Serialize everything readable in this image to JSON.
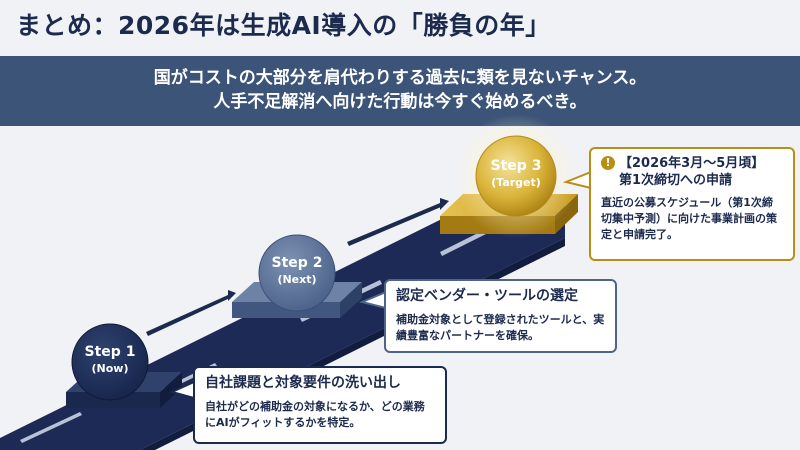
{
  "title": "まとめ：2026年は生成AI導入の「勝負の年」",
  "banner": {
    "line1": "国がコストの大部分を肩代わりする過去に類を見ないチャンス。",
    "line2": "人手不足解消へ向けた行動は今すぐ始めるべき。"
  },
  "steps": [
    {
      "label": "Step 1",
      "sub": "(Now)"
    },
    {
      "label": "Step 2",
      "sub": "(Next)"
    },
    {
      "label": "Step 3",
      "sub": "(Target)"
    }
  ],
  "callouts": [
    {
      "heading": "自社課題と対象要件の洗い出し",
      "body": "自社がどの補助金の対象になるか、どの業務にAIがフィットするかを特定。"
    },
    {
      "heading": "認定ベンダー・ツールの選定",
      "body": "補助金対象として登録されたツールと、実績豊富なパートナーを確保。"
    },
    {
      "heading_line1": "【2026年3月〜5月頃】",
      "heading_line2": "第1次締切への申請",
      "body": "直近の公募スケジュール（第1次締切集中予測）に向けた事業計画の策定と申請完了。",
      "icon": "exclamation-icon"
    }
  ],
  "colors": {
    "navy": "#1c2a4e",
    "banner": "#3c5478",
    "step2": "#4e6587",
    "gold": "#b98d16"
  }
}
